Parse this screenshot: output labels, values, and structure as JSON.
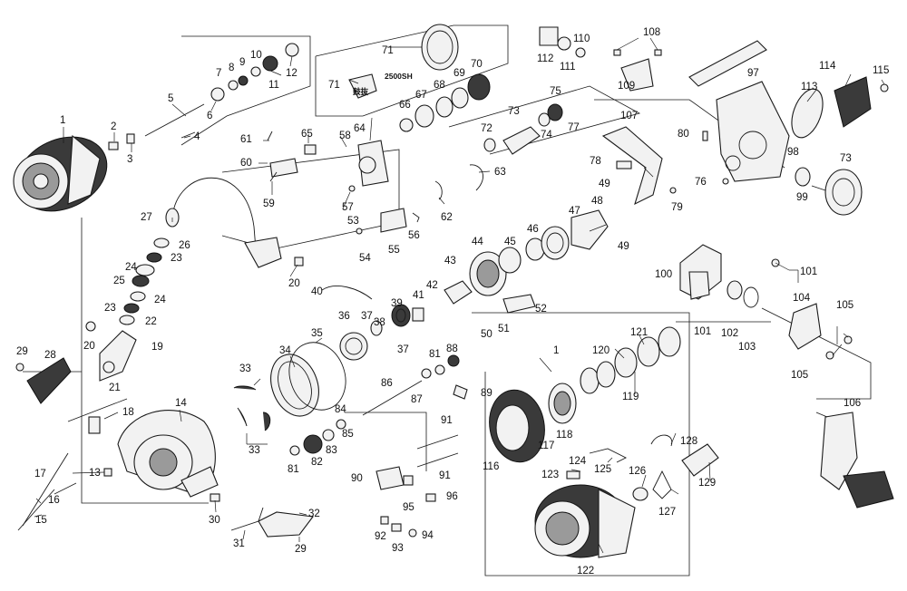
{
  "diagram": {
    "notes": {
      "variant": "2500SH",
      "kanji": "鼓抜"
    },
    "parts": [
      {
        "id": "p1a",
        "label": "1"
      },
      {
        "id": "p2",
        "label": "2"
      },
      {
        "id": "p3",
        "label": "3"
      },
      {
        "id": "p4",
        "label": "4"
      },
      {
        "id": "p5",
        "label": "5"
      },
      {
        "id": "p6",
        "label": "6"
      },
      {
        "id": "p7",
        "label": "7"
      },
      {
        "id": "p8",
        "label": "8"
      },
      {
        "id": "p9",
        "label": "9"
      },
      {
        "id": "p10",
        "label": "10"
      },
      {
        "id": "p11",
        "label": "11"
      },
      {
        "id": "p12",
        "label": "12"
      },
      {
        "id": "p13",
        "label": "13"
      },
      {
        "id": "p14",
        "label": "14"
      },
      {
        "id": "p15",
        "label": "15"
      },
      {
        "id": "p16",
        "label": "16"
      },
      {
        "id": "p17",
        "label": "17"
      },
      {
        "id": "p18",
        "label": "18"
      },
      {
        "id": "p19",
        "label": "19"
      },
      {
        "id": "p20a",
        "label": "20"
      },
      {
        "id": "p20b",
        "label": "20"
      },
      {
        "id": "p21",
        "label": "21"
      },
      {
        "id": "p22",
        "label": "22"
      },
      {
        "id": "p23a",
        "label": "23"
      },
      {
        "id": "p23b",
        "label": "23"
      },
      {
        "id": "p24a",
        "label": "24"
      },
      {
        "id": "p24b",
        "label": "24"
      },
      {
        "id": "p25",
        "label": "25"
      },
      {
        "id": "p26",
        "label": "26"
      },
      {
        "id": "p27",
        "label": "27"
      },
      {
        "id": "p28",
        "label": "28"
      },
      {
        "id": "p29a",
        "label": "29"
      },
      {
        "id": "p29b",
        "label": "29"
      },
      {
        "id": "p30",
        "label": "30"
      },
      {
        "id": "p31",
        "label": "31"
      },
      {
        "id": "p32",
        "label": "32"
      },
      {
        "id": "p33a",
        "label": "33"
      },
      {
        "id": "p33b",
        "label": "33"
      },
      {
        "id": "p34",
        "label": "34"
      },
      {
        "id": "p35",
        "label": "35"
      },
      {
        "id": "p36",
        "label": "36"
      },
      {
        "id": "p37a",
        "label": "37"
      },
      {
        "id": "p37b",
        "label": "37"
      },
      {
        "id": "p38",
        "label": "38"
      },
      {
        "id": "p39",
        "label": "39"
      },
      {
        "id": "p40",
        "label": "40"
      },
      {
        "id": "p41",
        "label": "41"
      },
      {
        "id": "p42",
        "label": "42"
      },
      {
        "id": "p43",
        "label": "43"
      },
      {
        "id": "p44",
        "label": "44"
      },
      {
        "id": "p45",
        "label": "45"
      },
      {
        "id": "p46",
        "label": "46"
      },
      {
        "id": "p47",
        "label": "47"
      },
      {
        "id": "p48",
        "label": "48"
      },
      {
        "id": "p49a",
        "label": "49"
      },
      {
        "id": "p49b",
        "label": "49"
      },
      {
        "id": "p50",
        "label": "50"
      },
      {
        "id": "p51",
        "label": "51"
      },
      {
        "id": "p52",
        "label": "52"
      },
      {
        "id": "p53",
        "label": "53"
      },
      {
        "id": "p54",
        "label": "54"
      },
      {
        "id": "p55",
        "label": "55"
      },
      {
        "id": "p56",
        "label": "56"
      },
      {
        "id": "p57",
        "label": "57"
      },
      {
        "id": "p58",
        "label": "58"
      },
      {
        "id": "p59",
        "label": "59"
      },
      {
        "id": "p60",
        "label": "60"
      },
      {
        "id": "p61",
        "label": "61"
      },
      {
        "id": "p62",
        "label": "62"
      },
      {
        "id": "p63",
        "label": "63"
      },
      {
        "id": "p64",
        "label": "64"
      },
      {
        "id": "p65",
        "label": "65"
      },
      {
        "id": "p66",
        "label": "66"
      },
      {
        "id": "p67",
        "label": "67"
      },
      {
        "id": "p68",
        "label": "68"
      },
      {
        "id": "p69",
        "label": "69"
      },
      {
        "id": "p70",
        "label": "70"
      },
      {
        "id": "p71a",
        "label": "71"
      },
      {
        "id": "p71b",
        "label": "71"
      },
      {
        "id": "p72",
        "label": "72"
      },
      {
        "id": "p73a",
        "label": "73"
      },
      {
        "id": "p73b",
        "label": "73"
      },
      {
        "id": "p74",
        "label": "74"
      },
      {
        "id": "p75",
        "label": "75"
      },
      {
        "id": "p76",
        "label": "76"
      },
      {
        "id": "p77",
        "label": "77"
      },
      {
        "id": "p78",
        "label": "78"
      },
      {
        "id": "p79",
        "label": "79"
      },
      {
        "id": "p80",
        "label": "80"
      },
      {
        "id": "p81a",
        "label": "81"
      },
      {
        "id": "p81b",
        "label": "81"
      },
      {
        "id": "p82",
        "label": "82"
      },
      {
        "id": "p83",
        "label": "83"
      },
      {
        "id": "p84",
        "label": "84"
      },
      {
        "id": "p85",
        "label": "85"
      },
      {
        "id": "p86",
        "label": "86"
      },
      {
        "id": "p87",
        "label": "87"
      },
      {
        "id": "p88",
        "label": "88"
      },
      {
        "id": "p89",
        "label": "89"
      },
      {
        "id": "p90",
        "label": "90"
      },
      {
        "id": "p91a",
        "label": "91"
      },
      {
        "id": "p91b",
        "label": "91"
      },
      {
        "id": "p92",
        "label": "92"
      },
      {
        "id": "p93",
        "label": "93"
      },
      {
        "id": "p94",
        "label": "94"
      },
      {
        "id": "p95",
        "label": "95"
      },
      {
        "id": "p96",
        "label": "96"
      },
      {
        "id": "p97",
        "label": "97"
      },
      {
        "id": "p98",
        "label": "98"
      },
      {
        "id": "p99",
        "label": "99"
      },
      {
        "id": "p100",
        "label": "100"
      },
      {
        "id": "p101a",
        "label": "101"
      },
      {
        "id": "p101b",
        "label": "101"
      },
      {
        "id": "p102",
        "label": "102"
      },
      {
        "id": "p103",
        "label": "103"
      },
      {
        "id": "p104",
        "label": "104"
      },
      {
        "id": "p105a",
        "label": "105"
      },
      {
        "id": "p105b",
        "label": "105"
      },
      {
        "id": "p106",
        "label": "106"
      },
      {
        "id": "p107",
        "label": "107"
      },
      {
        "id": "p108",
        "label": "108"
      },
      {
        "id": "p109",
        "label": "109"
      },
      {
        "id": "p110",
        "label": "110"
      },
      {
        "id": "p111",
        "label": "111"
      },
      {
        "id": "p112",
        "label": "112"
      },
      {
        "id": "p113",
        "label": "113"
      },
      {
        "id": "p114",
        "label": "114"
      },
      {
        "id": "p115",
        "label": "115"
      },
      {
        "id": "p1b",
        "label": "1"
      },
      {
        "id": "p116",
        "label": "116"
      },
      {
        "id": "p117",
        "label": "117"
      },
      {
        "id": "p118",
        "label": "118"
      },
      {
        "id": "p119",
        "label": "119"
      },
      {
        "id": "p120",
        "label": "120"
      },
      {
        "id": "p121",
        "label": "121"
      },
      {
        "id": "p122",
        "label": "122"
      },
      {
        "id": "p123",
        "label": "123"
      },
      {
        "id": "p124",
        "label": "124"
      },
      {
        "id": "p125",
        "label": "125"
      },
      {
        "id": "p126",
        "label": "126"
      },
      {
        "id": "p127",
        "label": "127"
      },
      {
        "id": "p128",
        "label": "128"
      },
      {
        "id": "p129",
        "label": "129"
      }
    ]
  }
}
